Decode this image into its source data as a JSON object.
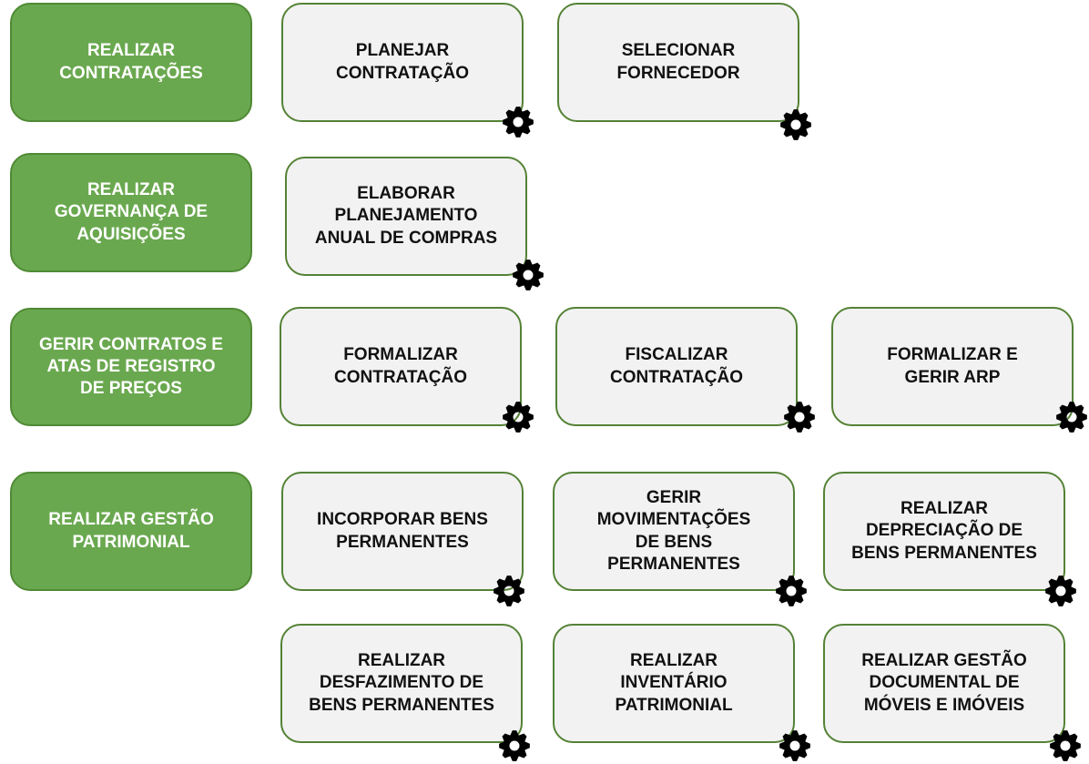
{
  "icon_name": "gear-icon",
  "colors": {
    "category_fill": "#6aa84f",
    "category_border": "#4f8a35",
    "process_fill": "#f2f2f2",
    "process_border": "#548235",
    "gear": "#000000"
  },
  "rows": [
    {
      "category": "REALIZAR\nCONTRATAÇÕES",
      "processes": [
        "PLANEJAR\nCONTRATAÇÃO",
        "SELECIONAR\nFORNECEDOR"
      ]
    },
    {
      "category": "REALIZAR\nGOVERNANÇA DE\nAQUISIÇÕES",
      "processes": [
        "ELABORAR\nPLANEJAMENTO\nANUAL DE COMPRAS"
      ]
    },
    {
      "category": "GERIR CONTRATOS E\nATAS DE REGISTRO\nDE PREÇOS",
      "processes": [
        "FORMALIZAR\nCONTRATAÇÃO",
        "FISCALIZAR\nCONTRATAÇÃO",
        "FORMALIZAR E\nGERIR ARP"
      ]
    },
    {
      "category": "REALIZAR GESTÃO\nPATRIMONIAL",
      "processes": [
        "INCORPORAR BENS\nPERMANENTES",
        "GERIR\nMOVIMENTAÇÕES\nDE BENS\nPERMANENTES",
        "REALIZAR\nDEPRECIAÇÃO DE\nBENS PERMANENTES",
        "REALIZAR\nDESFAZIMENTO DE\nBENS PERMANENTES",
        "REALIZAR\nINVENTÁRIO\nPATRIMONIAL",
        "REALIZAR GESTÃO\nDOCUMENTAL DE\nMÓVEIS E IMÓVEIS"
      ]
    }
  ]
}
